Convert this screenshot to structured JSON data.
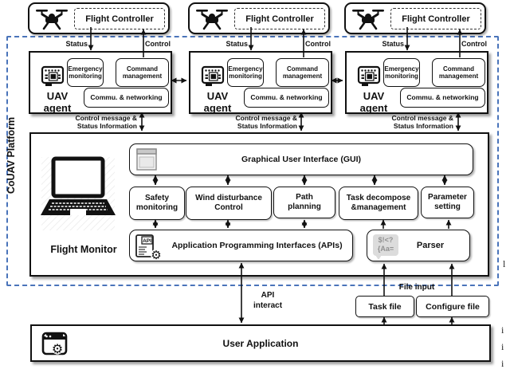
{
  "platform": {
    "label": "CoUAV Platform"
  },
  "agents": [
    {
      "flight_controller": "Flight Controller",
      "status": "Status",
      "control": "Control",
      "agent": "UAV agent",
      "emergency": "Emergency monitoring",
      "command": "Command management",
      "network": "Commu. & networking",
      "link1": "Control message &",
      "link2": "Status Information"
    },
    {
      "flight_controller": "Flight Controller",
      "status": "Status",
      "control": "Control",
      "agent": "UAV agent",
      "emergency": "Emergency monitoring",
      "command": "Command management",
      "network": "Commu. & networking",
      "link1": "Control message &",
      "link2": "Status Information"
    },
    {
      "flight_controller": "Flight Controller",
      "status": "Status",
      "control": "Control",
      "agent": "UAV agent",
      "emergency": "Emergency monitoring",
      "command": "Command management",
      "network": "Commu. & networking",
      "link1": "Control message &",
      "link2": "Status Information"
    }
  ],
  "flight_monitor": {
    "label": "Flight Monitor",
    "gui": "Graphical User Interface (GUI)",
    "modules": [
      {
        "label": "Safety monitoring"
      },
      {
        "label": "Wind disturbance Control"
      },
      {
        "label": "Path planning"
      },
      {
        "label": "Task decompose &management"
      },
      {
        "label": "Parameter setting"
      }
    ],
    "apis": "Application Programming Interfaces (APIs)",
    "api_icon_text": "API",
    "parser": "Parser",
    "parser_icon1": "$!<?",
    "parser_icon2": "{Aa="
  },
  "io": {
    "api_line1": "API",
    "api_line2": "interact",
    "file_input": "File input"
  },
  "files": {
    "task": "Task file",
    "configure": "Configure file"
  },
  "user_application": {
    "label": "User Application"
  },
  "edge_fragments": [
    "l",
    "i",
    "i",
    "i"
  ],
  "colors": {
    "dashed_border": "#4a74ba",
    "line": "#111111",
    "parser_icon_bg": "#dcdcdc",
    "parser_icon_text": "#909090"
  }
}
